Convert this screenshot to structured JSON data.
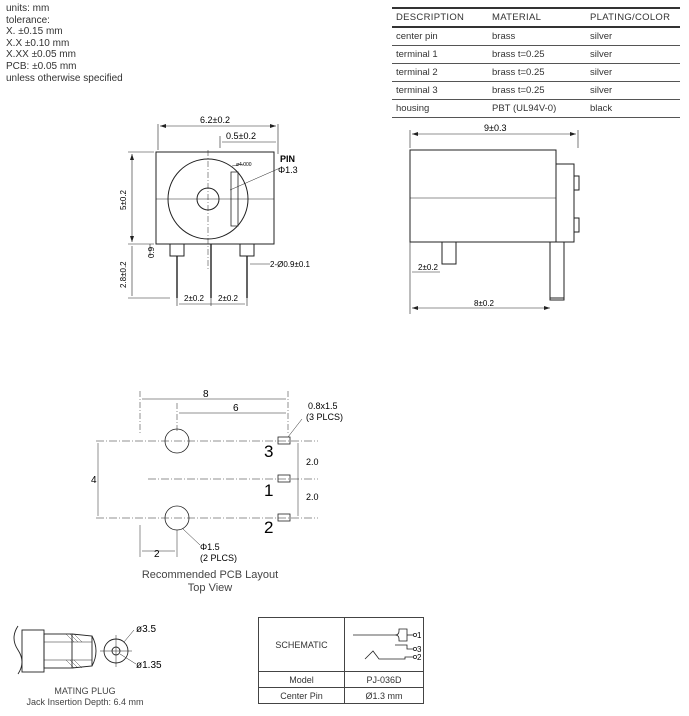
{
  "tolerance": {
    "lines": [
      "units: mm",
      "tolerance:",
      "X. ±0.15 mm",
      "X.X ±0.10 mm",
      "X.XX ±0.05 mm",
      "PCB: ±0.05 mm",
      "unless otherwise specified"
    ]
  },
  "spec_table": {
    "headers": [
      "DESCRIPTION",
      "MATERIAL",
      "PLATING/COLOR"
    ],
    "rows": [
      [
        "center pin",
        "brass",
        "silver"
      ],
      [
        "terminal 1",
        "brass t=0.25",
        "silver"
      ],
      [
        "terminal 2",
        "brass t=0.25",
        "silver"
      ],
      [
        "terminal 3",
        "brass t=0.25",
        "silver"
      ],
      [
        "housing",
        "PBT (UL94V-0)",
        "black"
      ]
    ]
  },
  "front_view": {
    "width_dim": "6.2±0.2",
    "offset_dim": "0.5±0.2",
    "height_dim": "5±0.2",
    "hole_label": "ø4.000",
    "pin_label": "PIN",
    "pin_dia": "Φ1.3",
    "gap_dim": "0.9",
    "lead_len_dim": "2.8±0.2",
    "lead_dia_dim": "2-Ø0.9±0.1",
    "pitch_left": "2±0.2",
    "pitch_right": "2±0.2"
  },
  "side_view": {
    "length_dim": "9±0.3",
    "pin_offset_dim": "2±0.2",
    "base_dim": "8±0.2"
  },
  "pcb_layout": {
    "dim_8": "8",
    "dim_6": "6",
    "slot_dim": "0.8x1.5",
    "slot_note": "(3 PLCS)",
    "dim_4": "4",
    "pitch_a": "2.0",
    "pitch_b": "2.0",
    "dim_2": "2",
    "hole_dia": "Φ1.5",
    "hole_note": "(2 PLCS)",
    "pin_3": "3",
    "pin_1": "1",
    "pin_2": "2",
    "caption_1": "Recommended PCB Layout",
    "caption_2": "Top View"
  },
  "mating_plug": {
    "dia_outer": "ø3.5",
    "dia_inner": "ø1.35",
    "caption_1": "MATING PLUG",
    "caption_2": "Jack Insertion Depth: 6.4 mm"
  },
  "schematic_table": {
    "title": "SCHEMATIC",
    "pin_1": "1",
    "pin_3": "3",
    "pin_2": "2",
    "model_label": "Model",
    "model_value": "PJ-036D",
    "center_pin_label": "Center Pin",
    "center_pin_value": "Ø1.3 mm"
  }
}
